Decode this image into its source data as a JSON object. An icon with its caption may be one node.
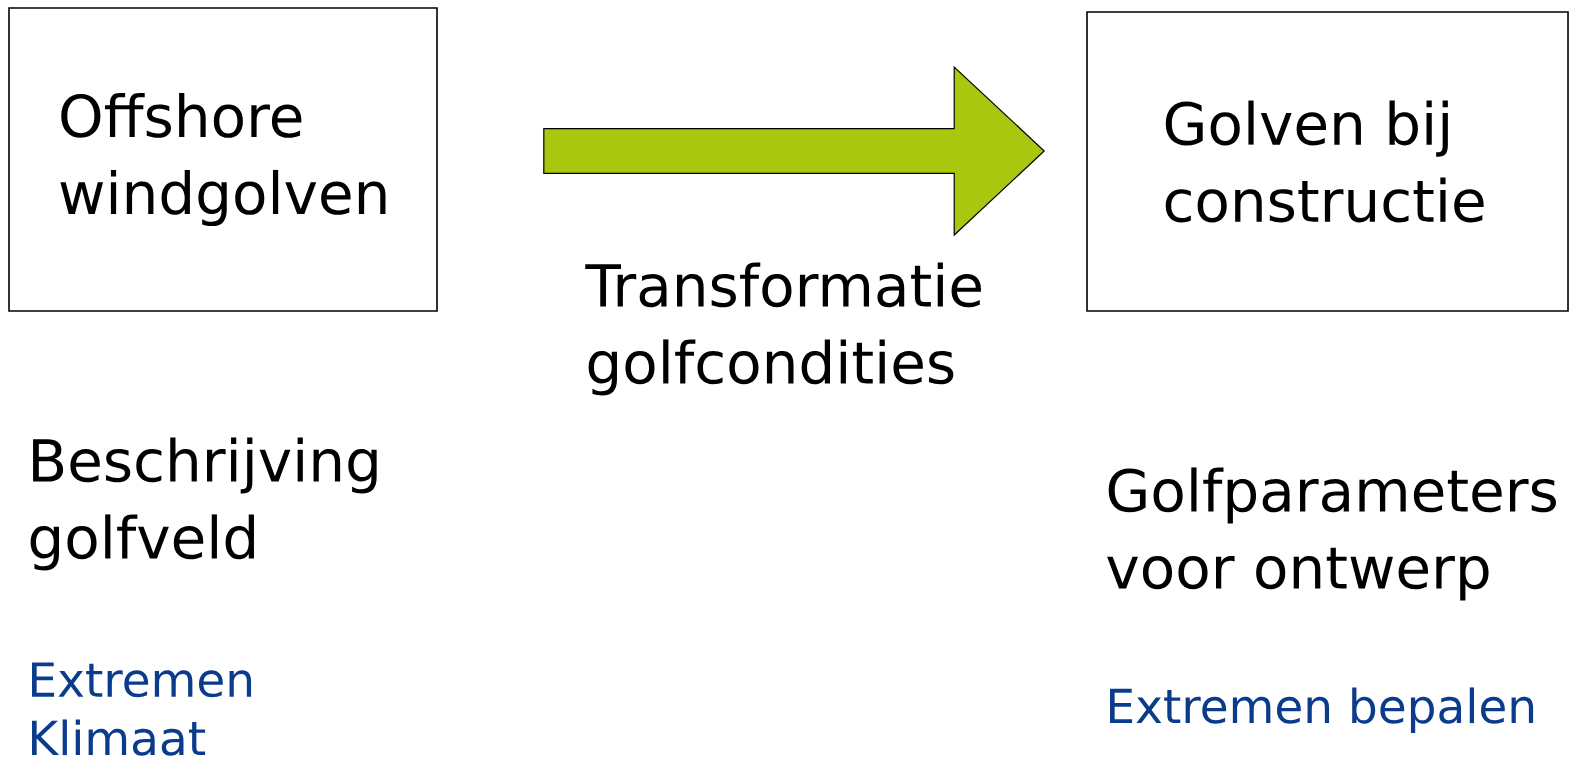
{
  "diagram": {
    "nodes": [
      {
        "text": [
          "Offshore windgolven"
        ]
      },
      {
        "text": [
          "Golven bij constructie"
        ]
      }
    ],
    "edges": [
      {
        "from": 0,
        "to": 1,
        "arrow": "to",
        "style": "thick",
        "color": "#a8c70e"
      }
    ],
    "labels": [
      "Transformatie golfcondities",
      "Beschrijving golfveld",
      "Golfparameters voor ontwerp",
      "Extremen",
      "Klimaat",
      "Extremen bepalen"
    ]
  }
}
